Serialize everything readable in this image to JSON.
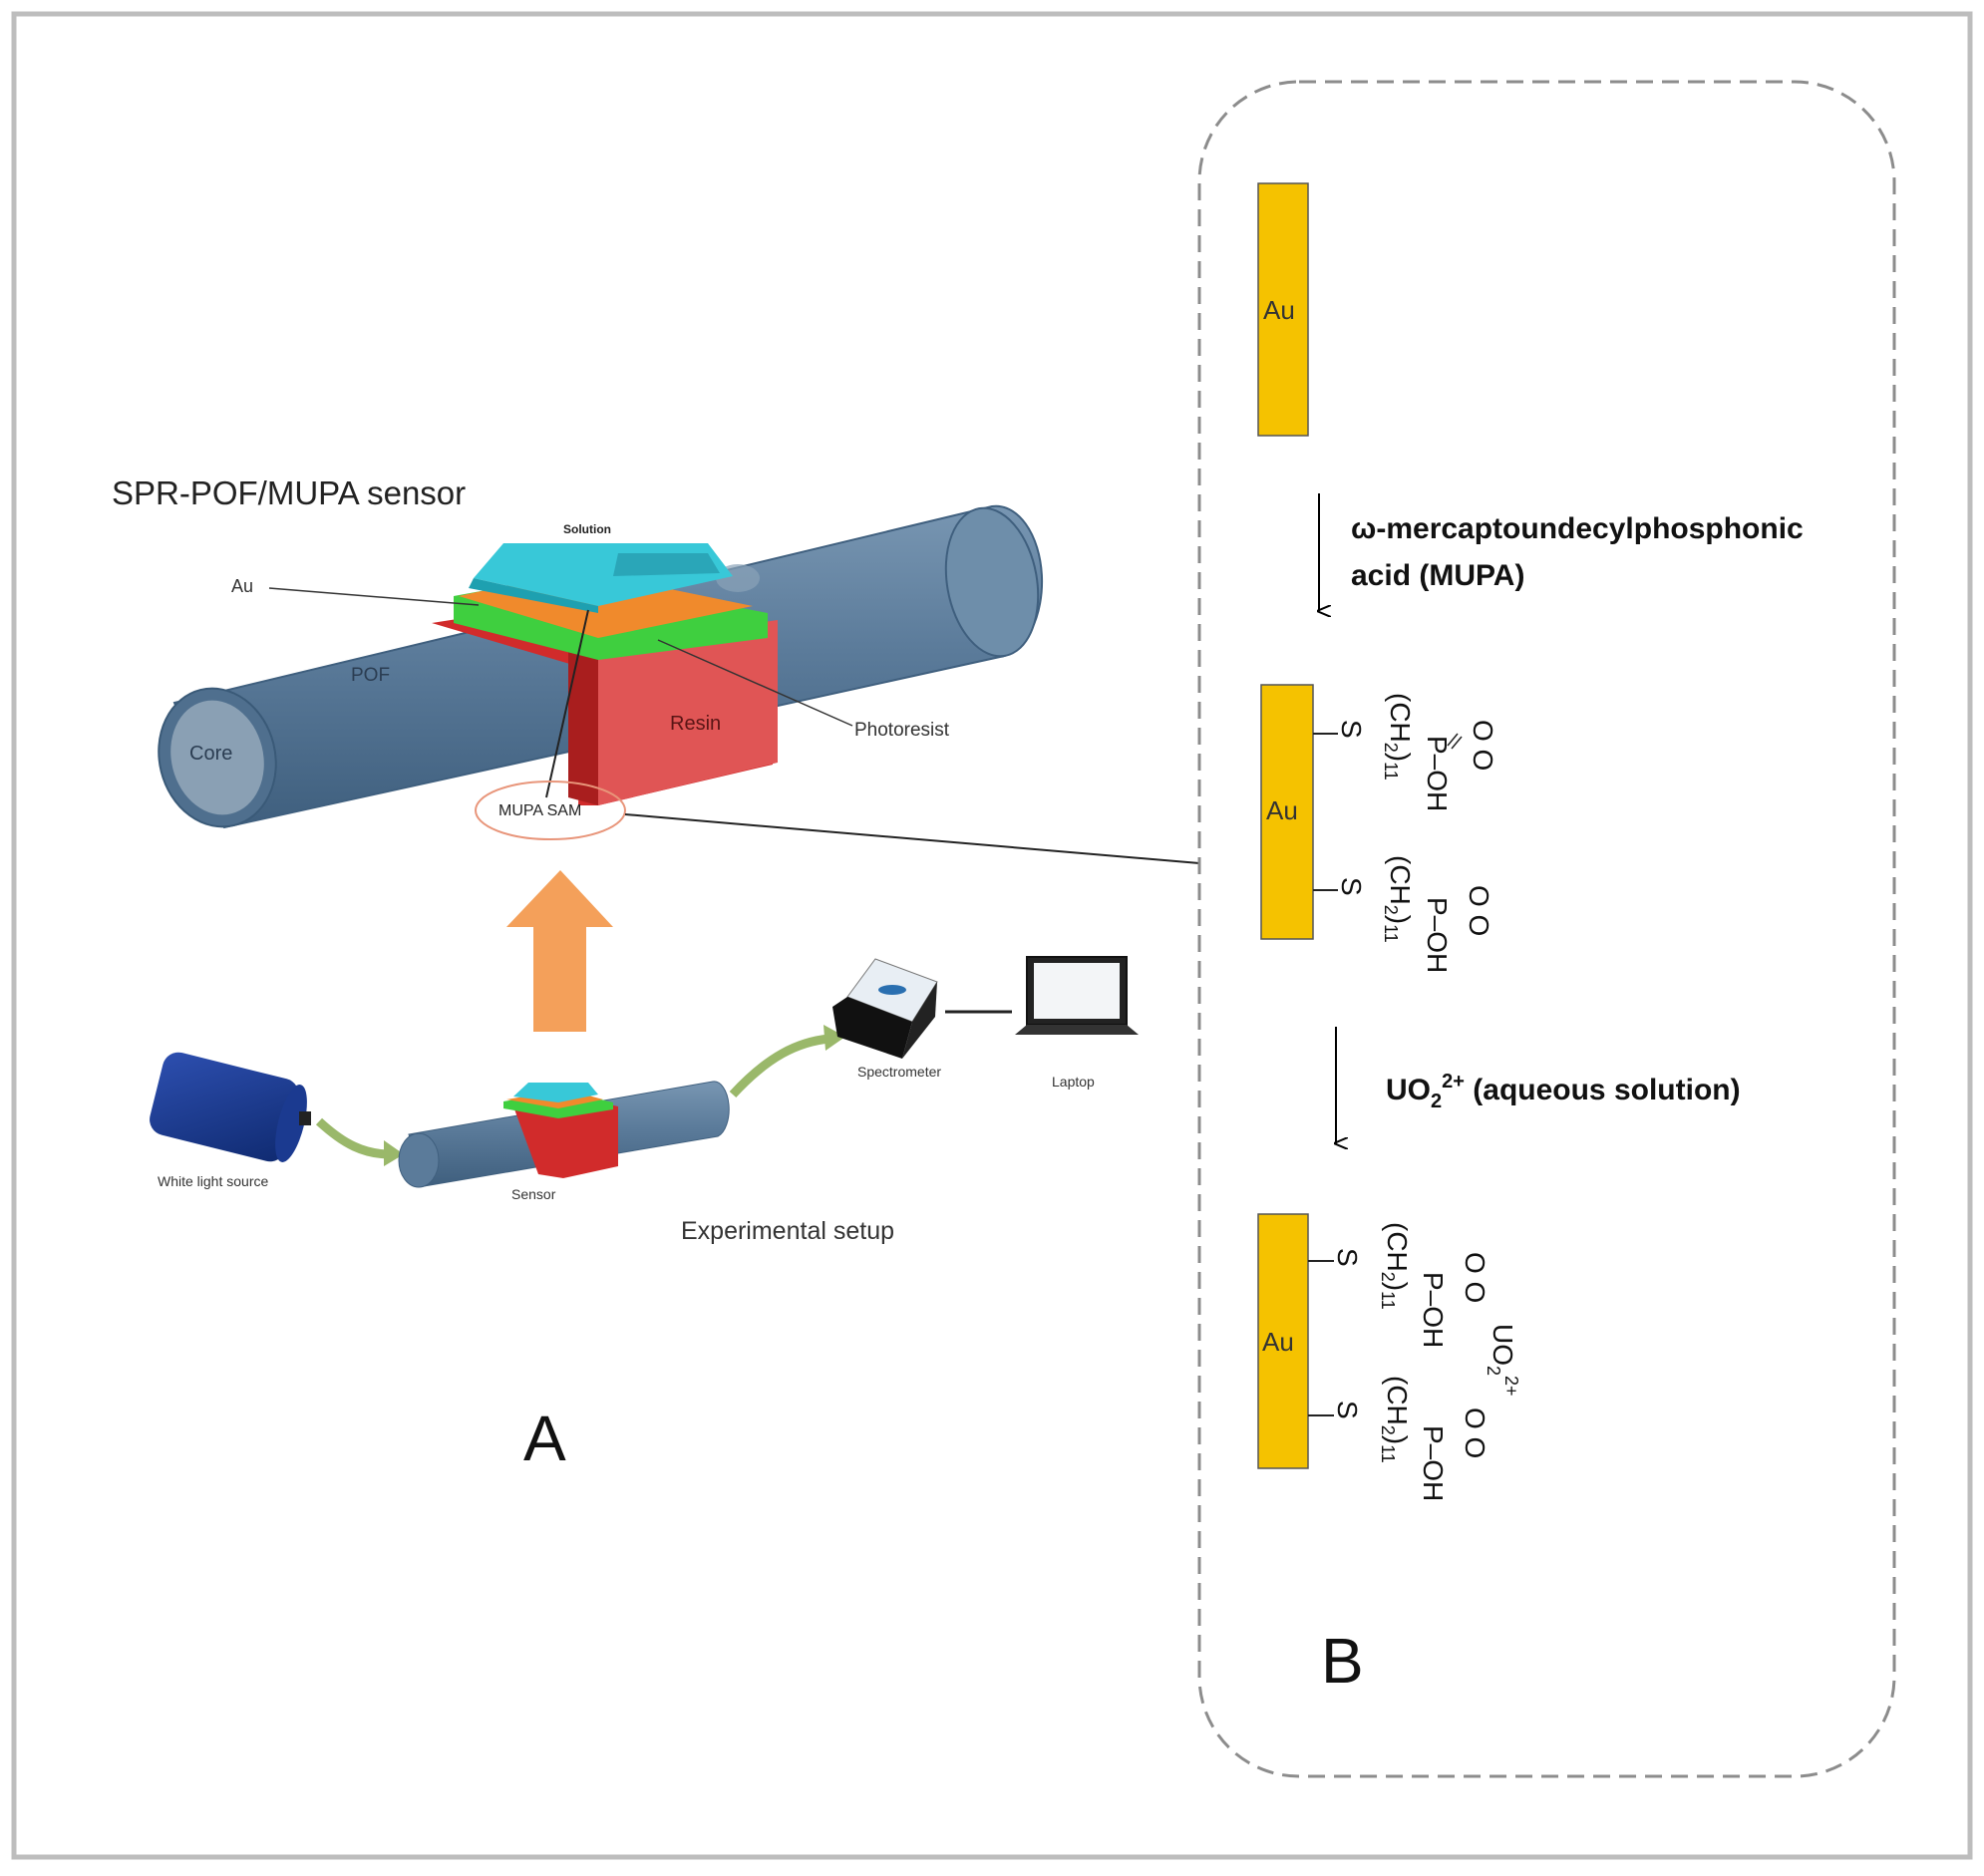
{
  "panel_a": {
    "title": "SPR-POF/MUPA  sensor",
    "labels": {
      "solution": "Solution",
      "au": "Au",
      "pof": "POF",
      "core": "Core",
      "resin": "Resin",
      "photoresist": "Photoresist",
      "mupa_sam": "MUPA SAM"
    },
    "setup": {
      "white_light_source": "White light source",
      "sensor": "Sensor",
      "spectrometer": "Spectrometer",
      "laptop": "Laptop",
      "caption": "Experimental setup"
    },
    "panel_letter": "A"
  },
  "panel_b": {
    "au": "Au",
    "step1": {
      "line1": "ω-mercaptoundecylphosphonic",
      "line2": "acid (MUPA)"
    },
    "step2": {
      "label": "UO",
      "sub": "2",
      "sup": "2+",
      "rest": " (aqueous solution)"
    },
    "chem": {
      "s": "S",
      "ch2": "(CH",
      "ch2_sub": "2",
      "ch2_close": ")",
      "n": "11",
      "p_oh": "P–OH",
      "o_o_minus": "O O",
      "o_o": "O O",
      "uo2": "UO",
      "uo2_sub": "2",
      "uo2_sup": "2+"
    },
    "panel_letter": "B"
  },
  "colors": {
    "fiber": "#5b7b9a",
    "fiber_dark": "#3f5f7e",
    "core": "#8aa0b4",
    "gold": "#f5c200",
    "gold_layer": "#f08a2c",
    "photoresist": "#3fcf3f",
    "resin": "#d12b2b",
    "solution": "#38c8d8",
    "arrow_orange": "#f4a05a",
    "arrow_green": "#9ab86a",
    "dashed": "#8c8c8c",
    "frame": "#bdbdbd"
  }
}
